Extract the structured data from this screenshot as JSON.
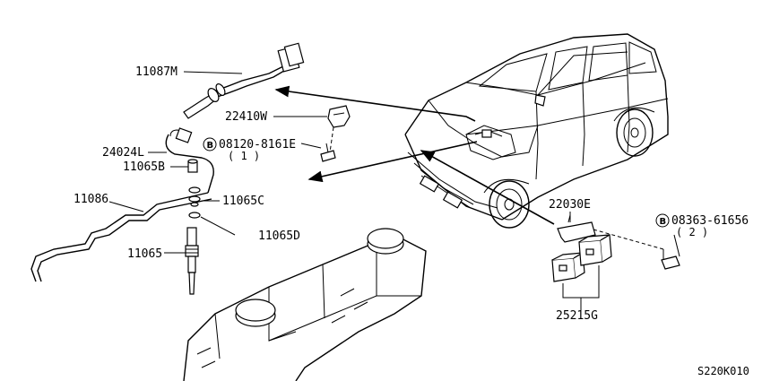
{
  "callouts": {
    "p11087M": "11087M",
    "p22410W": "22410W",
    "p08120": "08120-8161E",
    "p08120_qty": "( 1 )",
    "p08120_prefix": "B",
    "p24024L": "24024L",
    "p11065B": "11065B",
    "p11086": "11086",
    "p11065C": "11065C",
    "p11065D": "11065D",
    "p11065": "11065",
    "p22030E": "22030E",
    "p08363": "08363-61656",
    "p08363_qty": "( 2 )",
    "p08363_prefix": "B",
    "p25215G": "25215G"
  },
  "diagram_code": "S220K010"
}
